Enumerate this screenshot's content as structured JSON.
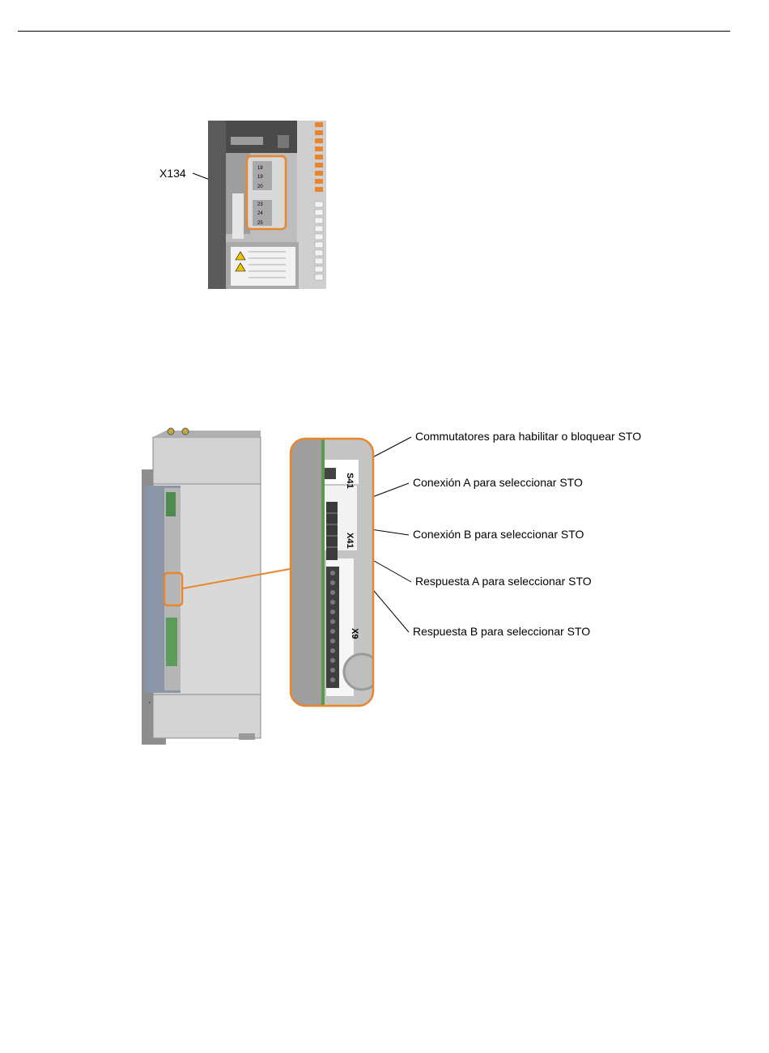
{
  "figure1": {
    "connector_label": "X134",
    "module_text": {
      "row1_terminals": [
        "18",
        "19",
        "20"
      ],
      "row2_terminals": [
        "23",
        "24",
        "25"
      ]
    }
  },
  "figure2": {
    "zoom_labels": {
      "switch": "S41",
      "connector": "X41",
      "terminal_block": "X9"
    },
    "callouts": [
      "Commutatores para habilitar o bloquear STO",
      "Conexión A para seleccionar STO",
      "Conexión B para seleccionar STO",
      "Respuesta A para seleccionar STO",
      "Respuesta B para seleccionar STO"
    ]
  },
  "colors": {
    "highlight": "#e8862d",
    "device_grey": "#8c8c8c",
    "device_light": "#c8c8c8"
  }
}
